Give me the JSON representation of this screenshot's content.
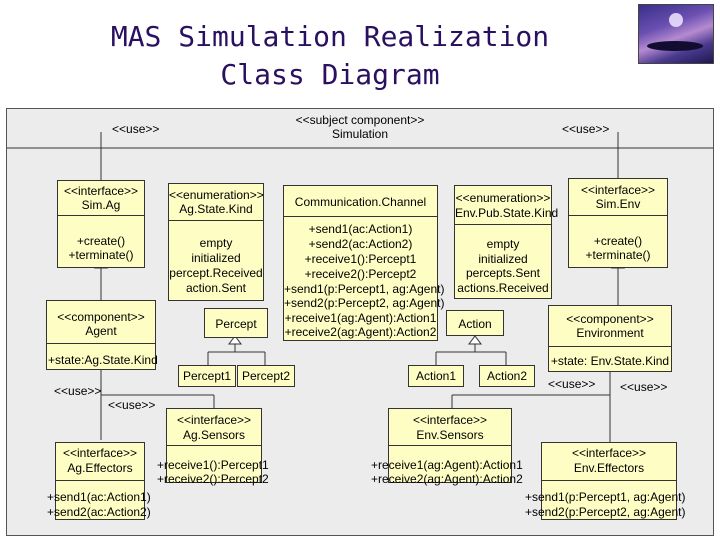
{
  "title": {
    "line1": "MAS Simulation Realization",
    "line2": "Class Diagram"
  },
  "simulation": {
    "stereotype": "<<subject component>>",
    "name": "Simulation"
  },
  "use_left_top": "<<use>>",
  "use_right_top": "<<use>>",
  "sim_ag": {
    "stereotype": "<<interface>>",
    "name": "Sim.Ag",
    "ops": [
      "+create()",
      "+terminate()"
    ]
  },
  "agent": {
    "stereotype": "<<component>>",
    "name": "Agent",
    "attr": "+state:Ag.State.Kind"
  },
  "ag_state_kind": {
    "stereotype": "<<enumeration>>",
    "name": "Ag.State.Kind",
    "values": [
      "empty",
      "initialized",
      "percept.Received",
      "action.Sent"
    ]
  },
  "percept": {
    "name": "Percept",
    "sub1": "Percept1",
    "sub2": "Percept2"
  },
  "comm_channel": {
    "name": "Communication.Channel",
    "ops": [
      "+send1(ac:Action1)",
      "+send2(ac:Action2)",
      "+receive1():Percept1",
      "+receive2():Percept2",
      "+send1(p:Percept1, ag:Agent)",
      "+send2(p:Percept2, ag:Agent)",
      "+receive1(ag:Agent):Action1",
      "+receive2(ag:Agent):Action2"
    ]
  },
  "env_pub_state_kind": {
    "stereotype": "<<enumeration>>",
    "name": "Env.Pub.State.Kind",
    "values": [
      "empty",
      "initialized",
      "percepts.Sent",
      "actions.Received"
    ]
  },
  "action": {
    "name": "Action",
    "sub1": "Action1",
    "sub2": "Action2"
  },
  "sim_env": {
    "stereotype": "<<interface>>",
    "name": "Sim.Env",
    "ops": [
      "+create()",
      "+terminate()"
    ]
  },
  "environment": {
    "stereotype": "<<component>>",
    "name": "Environment",
    "attr": "+state: Env.State.Kind"
  },
  "use_agent_1": "<<use>>",
  "use_agent_2": "<<use>>",
  "use_env_1": "<<use>>",
  "use_env_2": "<<use>>",
  "ag_sensors": {
    "stereotype": "<<interface>>",
    "name": "Ag.Sensors",
    "ops": [
      "+receive1():Percept1",
      "+receive2():Percept2"
    ]
  },
  "ag_effectors": {
    "stereotype": "<<interface>>",
    "name": "Ag.Effectors",
    "ops": [
      "+send1(ac:Action1)",
      "+send2(ac:Action2)"
    ]
  },
  "env_sensors": {
    "stereotype": "<<interface>>",
    "name": "Env.Sensors",
    "ops": [
      "+receive1(ag:Agent):Action1",
      "+receive2(ag:Agent):Action2"
    ]
  },
  "env_effectors": {
    "stereotype": "<<interface>>",
    "name": "Env.Effectors",
    "ops": [
      "+send1(p:Percept1, ag:Agent)",
      "+send2(p:Percept2, ag:Agent)"
    ]
  },
  "colors": {
    "box_fill": "#fefec4",
    "frame_fill": "#ececec",
    "title": "#2a1060"
  }
}
